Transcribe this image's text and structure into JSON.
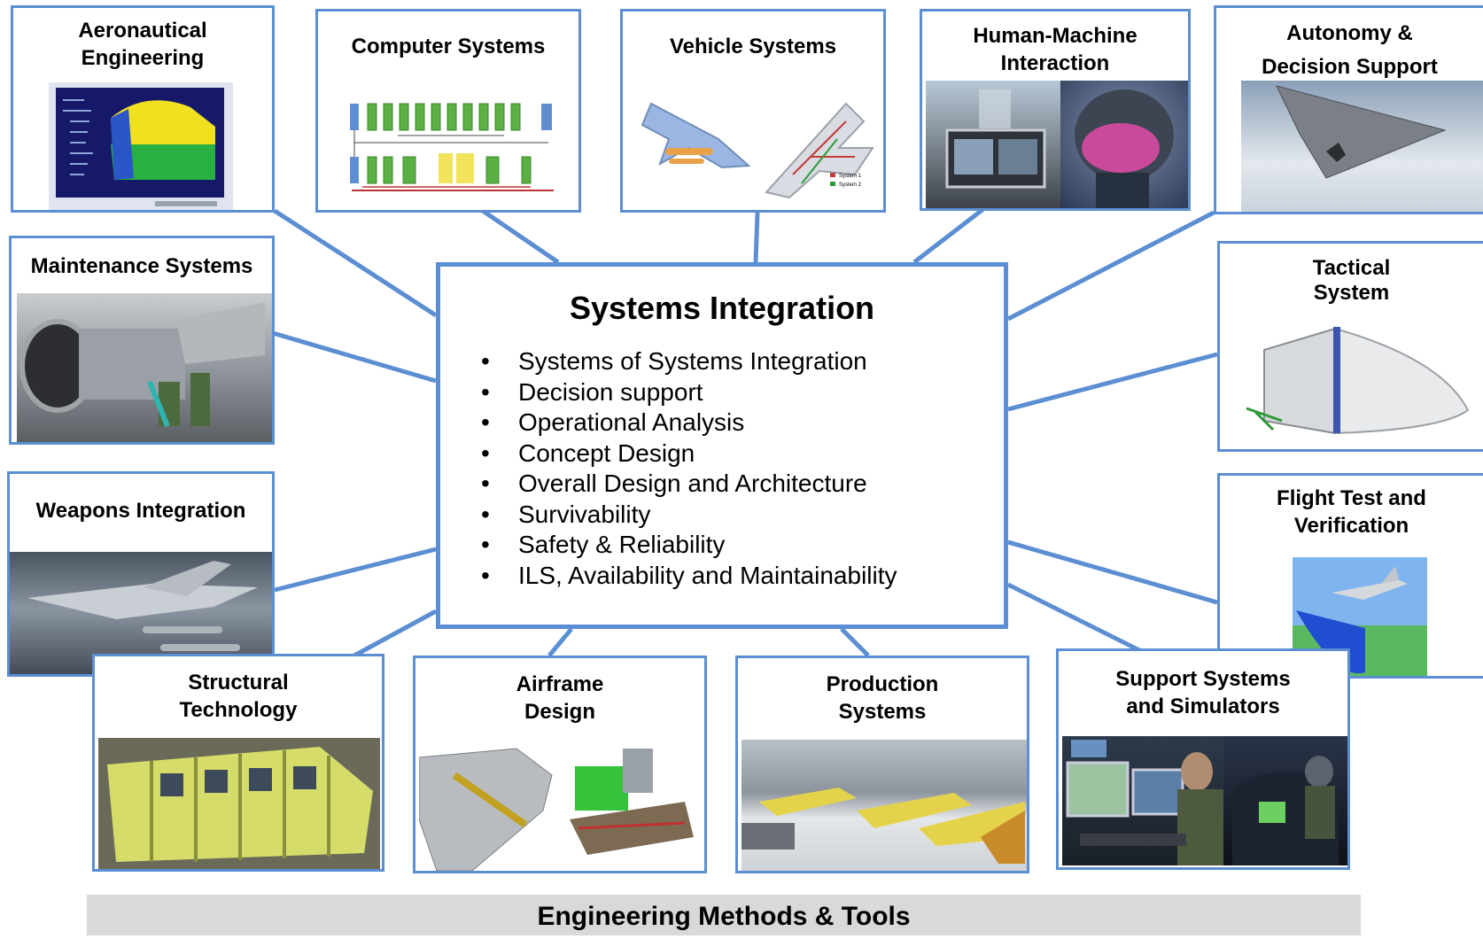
{
  "center": {
    "title": "Systems Integration",
    "items": [
      "Systems of Systems Integration",
      "Decision support",
      "Operational Analysis",
      "Concept Design",
      "Overall Design and Architecture",
      "Survivability",
      "Safety & Reliability",
      "ILS, Availability and Maintainability"
    ]
  },
  "boxes": {
    "aeronautical": "Aeronautical\nEngineering",
    "computer": "Computer Systems",
    "vehicle": "Vehicle Systems",
    "hmi": "Human-Machine\nInteraction",
    "autonomy": "Autonomy &\nDecision Support",
    "maintenance": "Maintenance Systems",
    "tactical": "Tactical\nSystem",
    "weapons": "Weapons Integration",
    "flight_test": "Flight Test and\nVerification",
    "structural": "Structural\nTechnology",
    "airframe": "Airframe\nDesign",
    "production": "Production\nSystems",
    "support": "Support Systems\nand Simulators"
  },
  "diagram_legend": {
    "system1": "System 1",
    "system2": "System 2"
  },
  "footer": "Engineering Methods & Tools",
  "colors": {
    "border": "#5b8ed2",
    "footer_bg": "#d9d9d9"
  }
}
